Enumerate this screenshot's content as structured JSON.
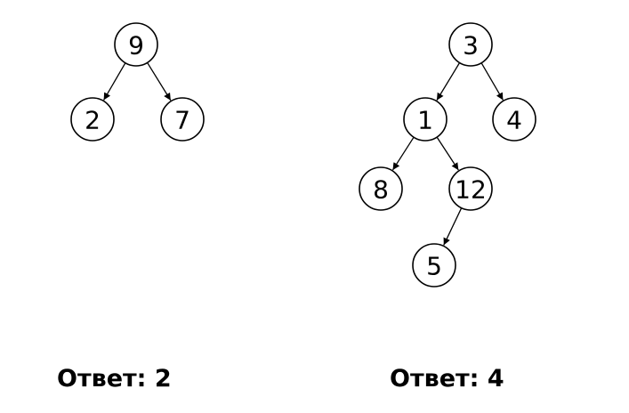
{
  "trees": [
    {
      "nodes": [
        {
          "id": "a9",
          "label": "9"
        },
        {
          "id": "a2",
          "label": "2"
        },
        {
          "id": "a7",
          "label": "7"
        }
      ],
      "edges": [
        [
          "a9",
          "a2"
        ],
        [
          "a9",
          "a7"
        ]
      ],
      "answer": "Ответ: 2"
    },
    {
      "nodes": [
        {
          "id": "b3",
          "label": "3"
        },
        {
          "id": "b1",
          "label": "1"
        },
        {
          "id": "b4",
          "label": "4"
        },
        {
          "id": "b8",
          "label": "8"
        },
        {
          "id": "b12",
          "label": "12"
        },
        {
          "id": "b5",
          "label": "5"
        }
      ],
      "edges": [
        [
          "b3",
          "b1"
        ],
        [
          "b3",
          "b4"
        ],
        [
          "b1",
          "b8"
        ],
        [
          "b1",
          "b12"
        ],
        [
          "b12",
          "b5"
        ]
      ],
      "answer": "Ответ: 4"
    }
  ]
}
